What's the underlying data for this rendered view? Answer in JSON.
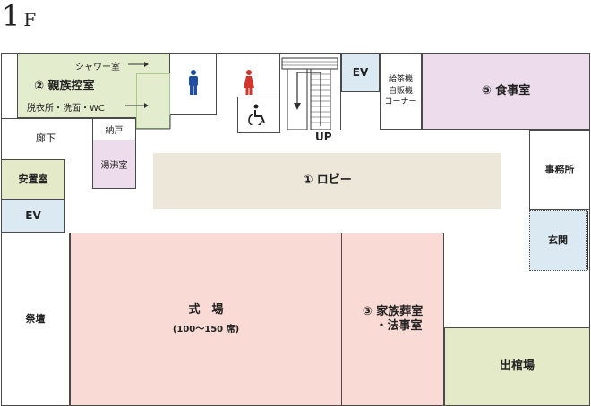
{
  "floor": {
    "number": "1",
    "suffix": "F"
  },
  "rooms": {
    "family_waiting": "② 親族控室",
    "shower": "シャワー室",
    "dressing": "脱衣所・洗面・WC",
    "corridor": "廊下",
    "storage": "納戸",
    "kettle": "湯沸室",
    "rest": "安置室",
    "ev_left": "EV",
    "ev_top": "EV",
    "vending": [
      "給茶機",
      "自販機",
      "コーナー"
    ],
    "dining": "⑤ 食事室",
    "lobby": "① ロビー",
    "up": "UP",
    "office": "事務所",
    "entrance": "玄関",
    "altar": "祭壇",
    "hall": "式　場",
    "hall_capacity": "(100〜150 席)",
    "family_funeral_1": "③ 家族葬室",
    "family_funeral_2": "・法事室",
    "coffin": "出棺場"
  },
  "colors": {
    "green": "#e3edce",
    "green_line": "#a9c98d",
    "blue": "#dbeaf2",
    "purple": "#eddcec",
    "beige": "#ede7da",
    "pink": "#f9dad4",
    "olive": "#e4e9c8",
    "male": "#1f4fa3",
    "female": "#d0362e"
  },
  "icons": [
    "male-restroom-icon",
    "female-restroom-icon",
    "wheelchair-icon",
    "stairs-icon",
    "arrow-right-icon"
  ]
}
